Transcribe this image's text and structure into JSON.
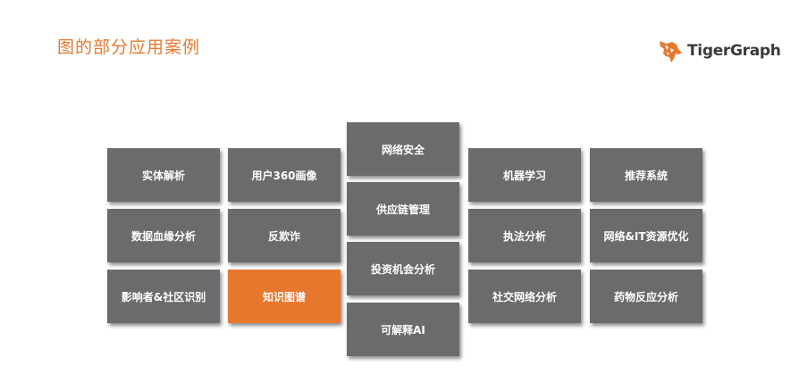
{
  "header": {
    "title": "图的部分应用案例"
  },
  "logo": {
    "text": "TigerGraph",
    "icon": "tiger-logo-icon",
    "color": "#E8792E"
  },
  "colors": {
    "tile": "#6b6b6b",
    "highlight": "#E8772E",
    "title": "#E8792E"
  },
  "tiles": {
    "col1": [
      "实体解析",
      "数据血缘分析",
      "影响者&社区识别"
    ],
    "col2": [
      "用户360画像",
      "反欺诈",
      "知识图谱"
    ],
    "col3": [
      "网络安全",
      "供应链管理",
      "投资机会分析",
      "可解释AI"
    ],
    "col4": [
      "机器学习",
      "执法分析",
      "社交网络分析"
    ],
    "col5": [
      "推荐系统",
      "网络&IT资源优化",
      "药物反应分析"
    ]
  }
}
